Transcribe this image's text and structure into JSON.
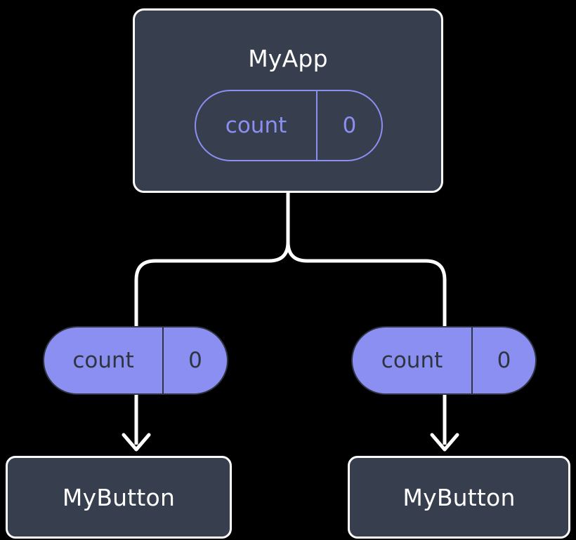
{
  "diagram": {
    "type": "component-state-tree",
    "background_color": "#000000",
    "root": {
      "name": "root-component",
      "title": "MyApp",
      "state": {
        "key": "count",
        "value": "0",
        "style": "outlined"
      }
    },
    "children": [
      {
        "name": "child-left",
        "state": {
          "key": "count",
          "value": "0",
          "style": "filled"
        },
        "title": "MyButton"
      },
      {
        "name": "child-right",
        "state": {
          "key": "count",
          "value": "0",
          "style": "filled"
        },
        "title": "MyButton"
      }
    ],
    "colors": {
      "node_fill": "#373e4e",
      "node_stroke": "#ffffff",
      "node_text": "#ffffff",
      "accent": "#8b8ff2",
      "pill_text_on_fill": "#2e3440",
      "edge": "#ffffff"
    },
    "edges": [
      {
        "name": "root-to-left-branch",
        "from": "MyApp",
        "to": "count (left)",
        "style": "orthogonal-fork"
      },
      {
        "name": "root-to-right-branch",
        "from": "MyApp",
        "to": "count (right)",
        "style": "orthogonal-fork"
      },
      {
        "name": "left-state-to-button",
        "from": "count (left)",
        "to": "MyButton (left)",
        "style": "arrow-down"
      },
      {
        "name": "right-state-to-button",
        "from": "count (right)",
        "to": "MyButton (right)",
        "style": "arrow-down"
      }
    ]
  }
}
